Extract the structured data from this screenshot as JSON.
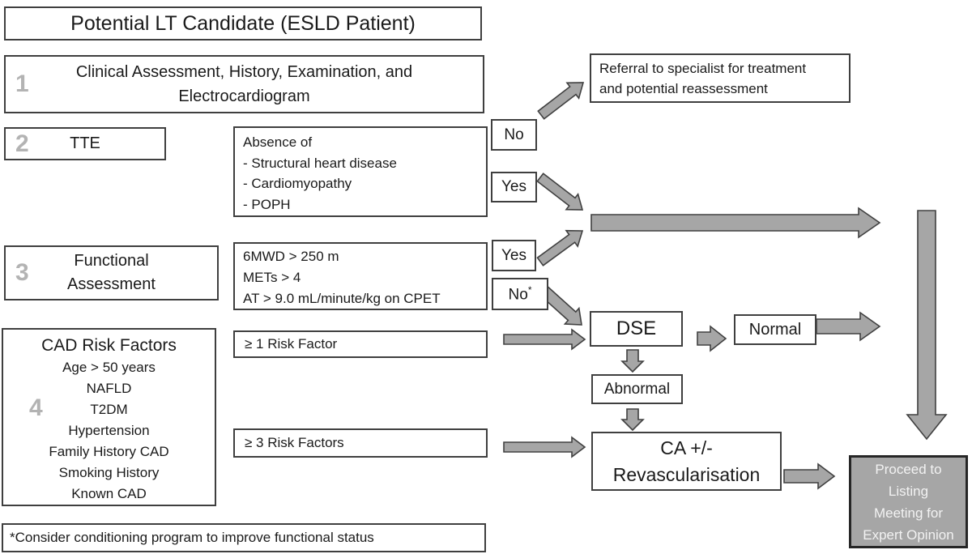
{
  "title": "Potential LT Candidate (ESLD Patient)",
  "step1": {
    "number": "1",
    "lines": [
      "Clinical Assessment, History, Examination, and",
      "Electrocardiogram"
    ]
  },
  "step2": {
    "number": "2",
    "label": "TTE"
  },
  "tte_criteria": {
    "heading": "Absence of",
    "items": [
      "- Structural heart disease",
      "- Cardiomyopathy",
      "- POPH"
    ]
  },
  "referral": {
    "lines": [
      "Referral to specialist for treatment",
      "and potential reassessment"
    ]
  },
  "decision_tte": {
    "no": "No",
    "yes": "Yes"
  },
  "step3": {
    "number": "3",
    "lines": [
      "Functional",
      "Assessment"
    ]
  },
  "func_criteria": {
    "items": [
      "6MWD > 250 m",
      "METs > 4",
      "AT > 9.0 mL/minute/kg on CPET"
    ]
  },
  "decision_func": {
    "yes": "Yes",
    "no": "No",
    "no_sup": "*"
  },
  "step4": {
    "number": "4",
    "title": "CAD Risk Factors",
    "items": [
      "Age > 50 years",
      "NAFLD",
      "T2DM",
      "Hypertension",
      "Family History CAD",
      "Smoking History",
      "Known CAD"
    ]
  },
  "risk_gates": {
    "one": "≥ 1 Risk Factor",
    "three": "≥ 3 Risk Factors"
  },
  "dse": {
    "label": "DSE"
  },
  "dse_outcomes": {
    "normal": "Normal",
    "abnormal": "Abnormal"
  },
  "ca": {
    "lines": [
      "CA +/-",
      "Revascularisation"
    ]
  },
  "proceed": {
    "lines": [
      "Proceed to",
      "Listing",
      "Meeting for",
      "Expert Opinion"
    ]
  },
  "footnote": "*Consider conditioning program to improve functional status",
  "colors": {
    "arrow_fill": "#a6a6a6",
    "arrow_stroke": "#404040",
    "box_border": "#3f3f3f",
    "step_number": "#b3b3b3",
    "proceed_fill": "#a6a6a6",
    "proceed_border": "#262626",
    "proceed_text": "#f2f2f2",
    "text": "#1a1a1a"
  }
}
